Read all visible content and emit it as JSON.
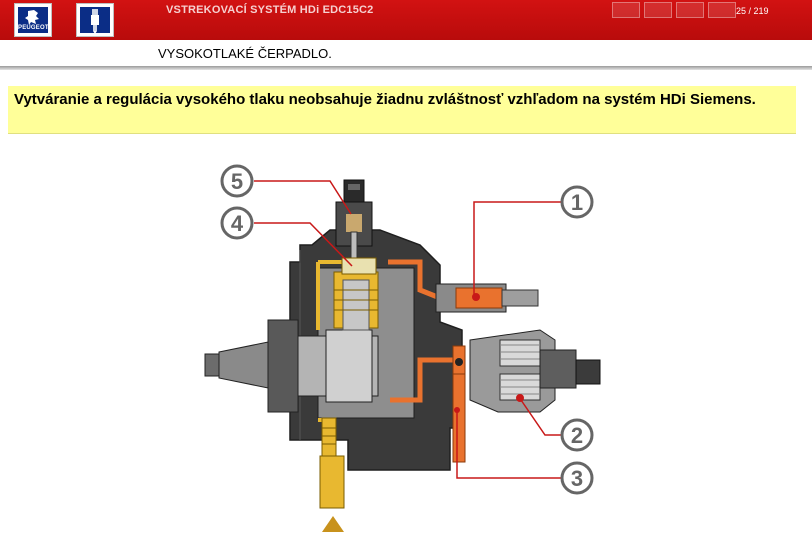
{
  "header": {
    "title": "VSTREKOVACÍ SYSTÉM  HDi EDC15C2",
    "pager": "25 / 219",
    "brand": "PEUGEOT"
  },
  "subtitle": "VYSOKOTLAKÉ ČERPADLO.",
  "note": "Vytváranie a regulácia vysokého tlaku neobsahuje žiadnu zvláštnosť vzhľadom na systém HDi Siemens.",
  "diagram": {
    "callouts": [
      "1",
      "2",
      "3",
      "4",
      "5"
    ]
  },
  "colors": {
    "header": "#c81010",
    "note_bg": "#ffff99",
    "fuel_orange": "#e9722e",
    "fuel_yellow": "#e8b830",
    "callout_line": "#c81818",
    "arrow": "#c8921c"
  }
}
